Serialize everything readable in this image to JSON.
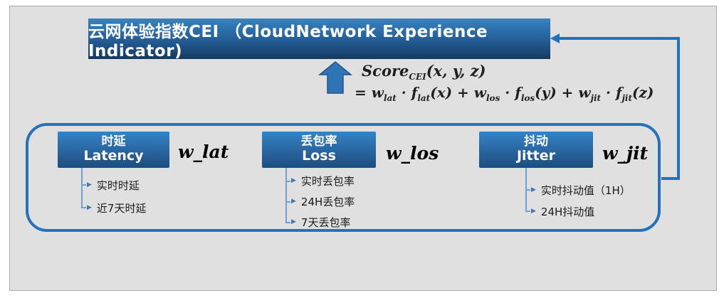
{
  "title": {
    "text": "云网体验指数CEI （CloudNetwork Experience Indicator)"
  },
  "formula": {
    "line1": [
      "Score",
      "CEI",
      "(x, y, z)"
    ],
    "line2": [
      "= ",
      "w",
      "lat",
      " · ",
      "f",
      "lat",
      "(x) + ",
      "w",
      "los",
      " · ",
      "f",
      "los",
      "(y) + ",
      "w",
      "jit",
      " · ",
      "f",
      "jit",
      "(z)"
    ]
  },
  "columns": [
    {
      "name_cn": "时延",
      "name_en": "Latency",
      "weight": "w_lat",
      "items": [
        "实时时延",
        "近7天时延"
      ]
    },
    {
      "name_cn": "丢包率",
      "name_en": "Loss",
      "weight": "w_los",
      "items": [
        "实时丢包率",
        "24H丢包率",
        "7天丢包率"
      ]
    },
    {
      "name_cn": "抖动",
      "name_en": "Jitter",
      "weight": "w_jit",
      "items": [
        "实时抖动值（1H）",
        "24H抖动值"
      ]
    }
  ],
  "icons": {
    "branch_arrow": "▶"
  },
  "colors": {
    "slide_bg": "#e0e0e0",
    "box_gradient_top": "#3583c5",
    "box_gradient_bottom": "#143a60",
    "frame_border": "#2471bc",
    "loop_arrow": "#1e73c0",
    "tree_line": "#6fa0d8"
  }
}
